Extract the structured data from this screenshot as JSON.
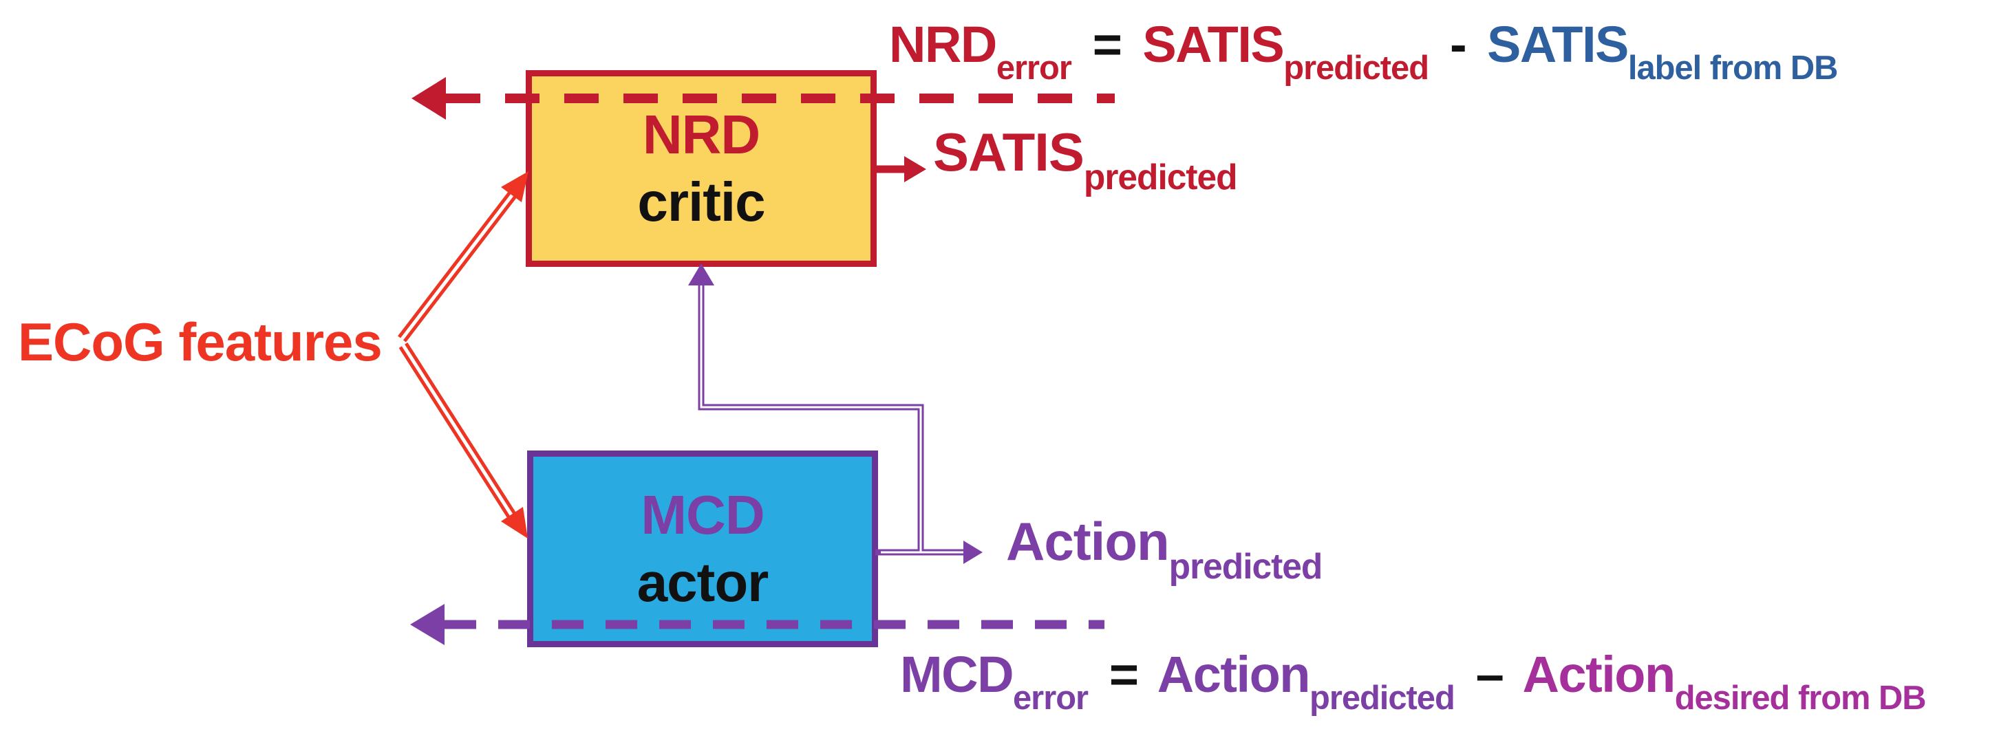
{
  "labels": {
    "ecog": "ECoG features",
    "satis_predicted": {
      "main": "SATIS",
      "sub": "predicted"
    },
    "action_predicted": {
      "main": "Action",
      "sub": "predicted"
    }
  },
  "boxes": {
    "nrd": {
      "title": "NRD",
      "subtitle": "critic"
    },
    "mcd": {
      "title": "MCD",
      "subtitle": "actor"
    }
  },
  "formulas": {
    "nrd_error": {
      "lhs": "NRD",
      "lhs_sub": "error",
      "equals": "=",
      "rhs1": "SATIS",
      "rhs1_sub": "predicted",
      "minus": "-",
      "rhs2": "SATIS",
      "rhs2_sub": "label from DB"
    },
    "mcd_error": {
      "lhs": "MCD",
      "lhs_sub": "error",
      "equals": "=",
      "rhs1": "Action",
      "rhs1_sub": "predicted",
      "minus": "–",
      "rhs2": "Action",
      "rhs2_sub": "desired from DB"
    }
  },
  "colors": {
    "crimson": "#C01B2E",
    "bright_red": "#EE3422",
    "blue": "#2E5F9E",
    "yellow_fill": "#FBD45F",
    "sky_blue_fill": "#29ABE2",
    "purple": "#7B3FA5",
    "purple_dark": "#6A3396",
    "magenta": "#A52F9B",
    "black": "#111111",
    "background": "#FFFFFF"
  }
}
